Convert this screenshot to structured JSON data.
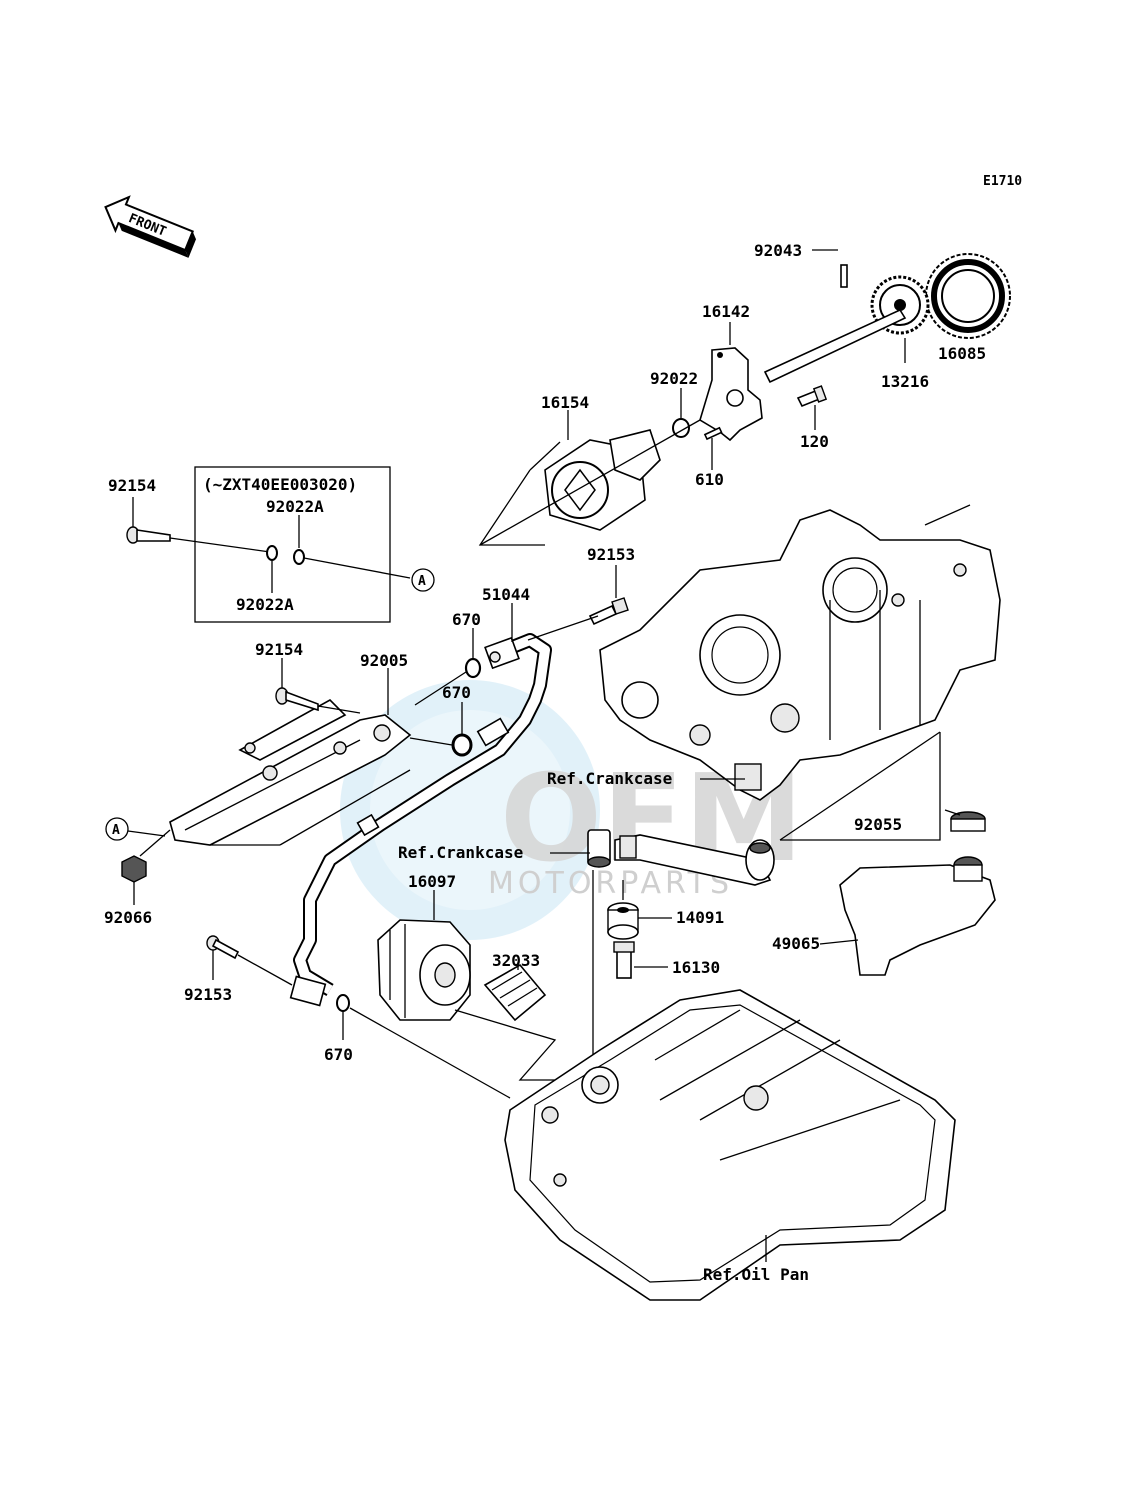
{
  "diagram_code": "E1710",
  "front_label": "FRONT",
  "serial_note": "(~ZXT40EE003020)",
  "callout_a": "A",
  "watermark": {
    "brand": "OEM",
    "sub": "MOTORPARTS"
  },
  "parts": {
    "p92043": "92043",
    "p16142": "16142",
    "p16085": "16085",
    "p13216": "13216",
    "p92022": "92022",
    "p16154": "16154",
    "p120": "120",
    "p610": "610",
    "p92154_top": "92154",
    "p92022A_top": "92022A",
    "p92022A_bottom": "92022A",
    "p92153_top": "92153",
    "p51044": "51044",
    "p670_a": "670",
    "p92154_mid": "92154",
    "p92005": "92005",
    "p670_b": "670",
    "p92066": "92066",
    "p16097": "16097",
    "p92055": "92055",
    "p14091": "14091",
    "p49065": "49065",
    "p16130": "16130",
    "p32033": "32033",
    "p92153_bot": "92153",
    "p670_c": "670"
  },
  "refs": {
    "crankcase_1": "Ref.Crankcase",
    "crankcase_2": "Ref.Crankcase",
    "oil_pan": "Ref.Oil Pan"
  }
}
